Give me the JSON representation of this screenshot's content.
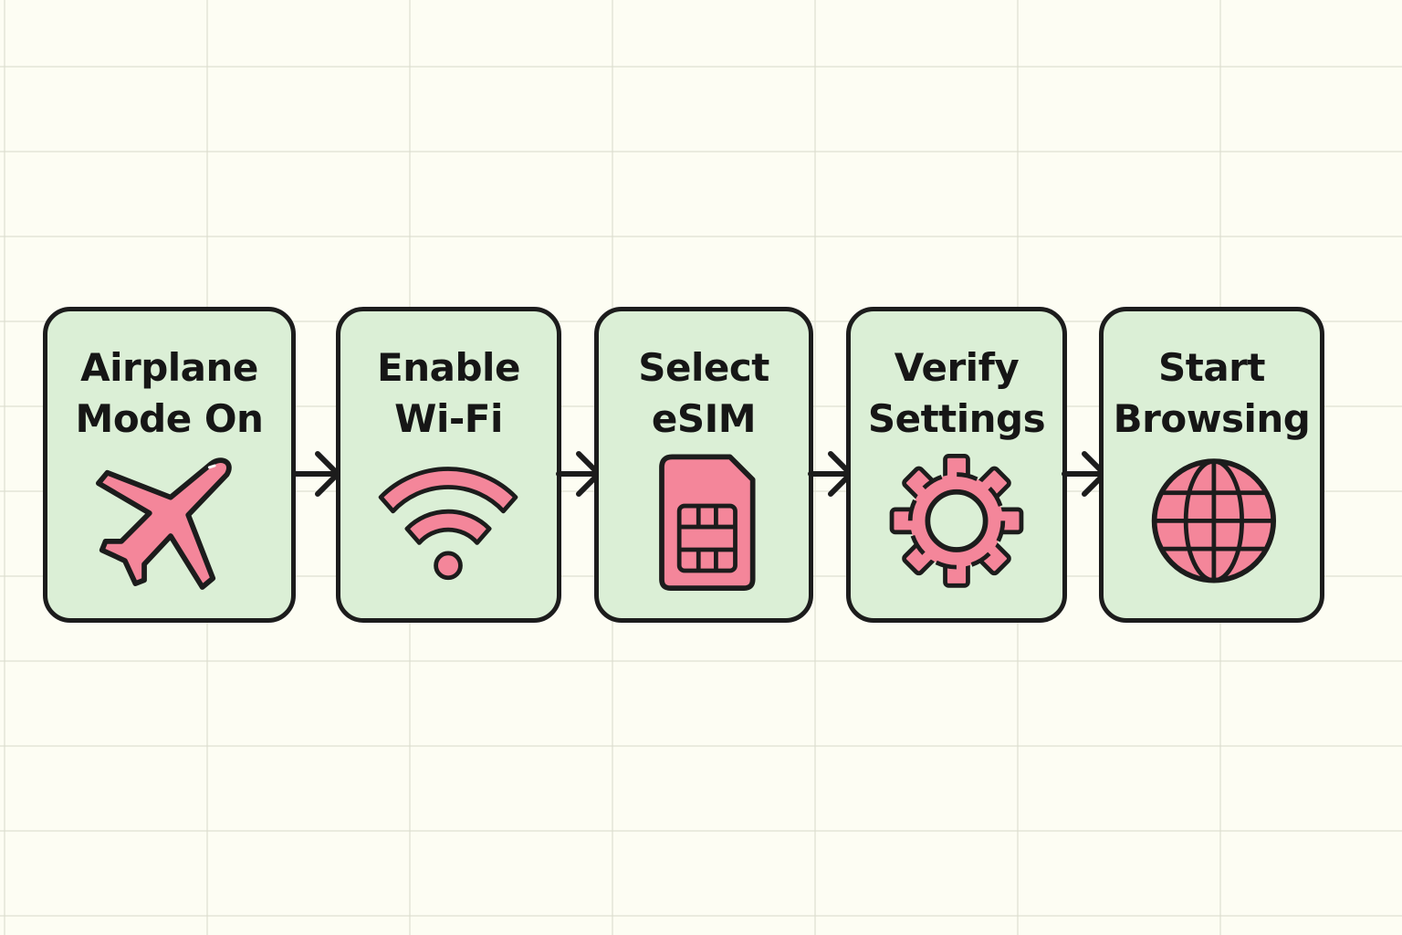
{
  "colors": {
    "background": "#fdfdf3",
    "card_fill": "#dbefd6",
    "icon_fill": "#f4869a",
    "outline": "#1c1c1c"
  },
  "steps": [
    {
      "label": "Airplane\nMode On",
      "icon": "airplane-icon"
    },
    {
      "label": "Enable\nWi-Fi",
      "icon": "wifi-icon"
    },
    {
      "label": "Select\neSIM",
      "icon": "sim-card-icon"
    },
    {
      "label": "Verify\nSettings",
      "icon": "gear-icon"
    },
    {
      "label": "Start\nBrowsing",
      "icon": "globe-icon"
    }
  ]
}
